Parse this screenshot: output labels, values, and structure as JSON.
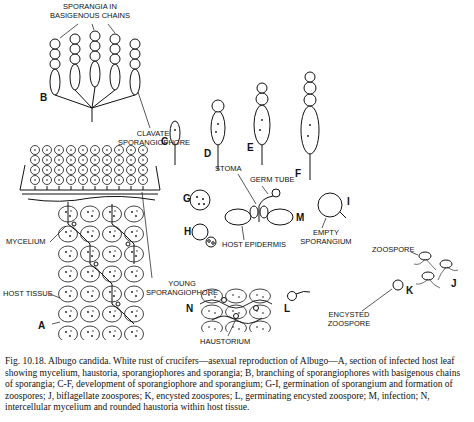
{
  "diagram": {
    "caption": "Fig. 10.18. Albugo candida. White rust of crucifers—asexual reproduction of Albugo—A, section of infected host leaf showing mycelium, haustoria, sporangiophores and sporangia; B, branching of sporangiophores with basigenous chains of sporangia; C-F, development of sporangiophore and sporangium; G-I, germination of sporangium and formation of zoospores; J, biflagellate zoospores; K, encysted zoospores; L, germinating encysted zoospore; M, infection; N, intercellular mycelium and rounded haustoria within host tissue.",
    "labels": [
      "SPORANGIA IN BASIGENOUS CHAINS",
      "B",
      "CLAVATE SPORANGIOPHORE",
      "C",
      "D",
      "E",
      "F",
      "G",
      "STOMA",
      "GERM TUBE",
      "EMPTY SPORANGIUM",
      "I",
      "ZOOSPORE",
      "H",
      "HOST EPIDERMIS",
      "M",
      "J",
      "K",
      "MYCELIUM",
      "YOUNG SPORANGIOPHORE",
      "ENCYSTED ZOOSPORE",
      "L",
      "HOST TISSUE",
      "N",
      "A",
      "HAUSTORIUM"
    ]
  }
}
